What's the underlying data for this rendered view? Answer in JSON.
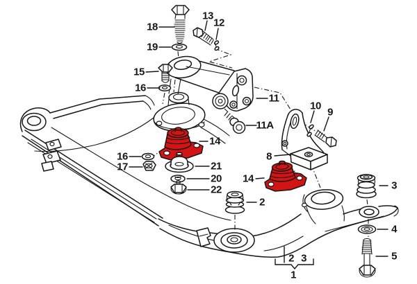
{
  "diagram": {
    "kind": "exploded-parts-diagram",
    "subject": "Front subframe with engine mounts",
    "background": "#ffffff",
    "line_color": "#161616",
    "highlight_color": "#d21414",
    "highlighted_callout": "14",
    "callouts": [
      {
        "id": "18",
        "text": "18"
      },
      {
        "id": "19",
        "text": "19"
      },
      {
        "id": "13",
        "text": "13"
      },
      {
        "id": "12",
        "text": "12"
      },
      {
        "id": "15",
        "text": "15"
      },
      {
        "id": "16a",
        "text": "16"
      },
      {
        "id": "11",
        "text": "11"
      },
      {
        "id": "11A",
        "text": "11A"
      },
      {
        "id": "10",
        "text": "10"
      },
      {
        "id": "9",
        "text": "9"
      },
      {
        "id": "8",
        "text": "8"
      },
      {
        "id": "14a",
        "text": "14"
      },
      {
        "id": "16b",
        "text": "16"
      },
      {
        "id": "17",
        "text": "17"
      },
      {
        "id": "21",
        "text": "21"
      },
      {
        "id": "20",
        "text": "20"
      },
      {
        "id": "22",
        "text": "22"
      },
      {
        "id": "14b",
        "text": "14"
      },
      {
        "id": "2",
        "text": "2"
      },
      {
        "id": "3",
        "text": "3"
      },
      {
        "id": "4",
        "text": "4"
      },
      {
        "id": "5",
        "text": "5"
      },
      {
        "id": "group-2",
        "text": "2"
      },
      {
        "id": "group-3",
        "text": "3"
      },
      {
        "id": "group-1",
        "text": "1"
      }
    ]
  }
}
